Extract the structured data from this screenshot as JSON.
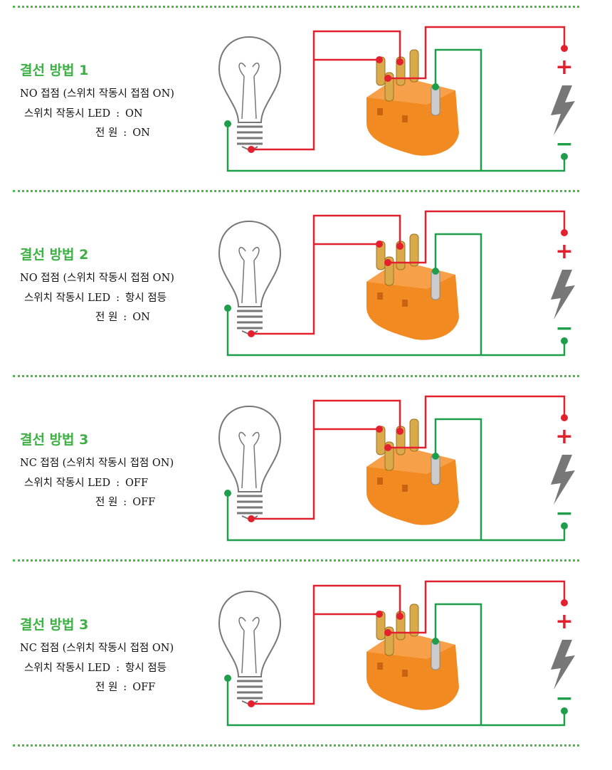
{
  "colors": {
    "accent": "#3cb043",
    "positive_wire": "#e3202e",
    "negative_wire": "#1e9e4a",
    "switch_body": "#f08a24"
  },
  "panels": [
    {
      "title": "결선 방법 1",
      "contact": "NO 접점 (스위치 작동시 접점 ON)",
      "led_label": "스위치 작동시 LED",
      "led_value": "ON",
      "power_label": "전 원",
      "power_value": "ON",
      "plus": "+",
      "minus": "−"
    },
    {
      "title": "결선 방법 2",
      "contact": "NO 접점 (스위치 작동시 접점 ON)",
      "led_label": "스위치 작동시 LED",
      "led_value": "항시 점등",
      "power_label": "전 원",
      "power_value": "ON",
      "plus": "+",
      "minus": "−"
    },
    {
      "title": "결선 방법 3",
      "contact": "NC 접점 (스위치 작동시 접점 ON)",
      "led_label": "스위치 작동시 LED",
      "led_value": "OFF",
      "power_label": "전 원",
      "power_value": "OFF",
      "plus": "+",
      "minus": "−"
    },
    {
      "title": "결선 방법 3",
      "contact": "NC 접점 (스위치 작동시 접점 ON)",
      "led_label": "스위치 작동시 LED",
      "led_value": "항시 점등",
      "power_label": "전 원",
      "power_value": "OFF",
      "plus": "+",
      "minus": "−"
    }
  ]
}
